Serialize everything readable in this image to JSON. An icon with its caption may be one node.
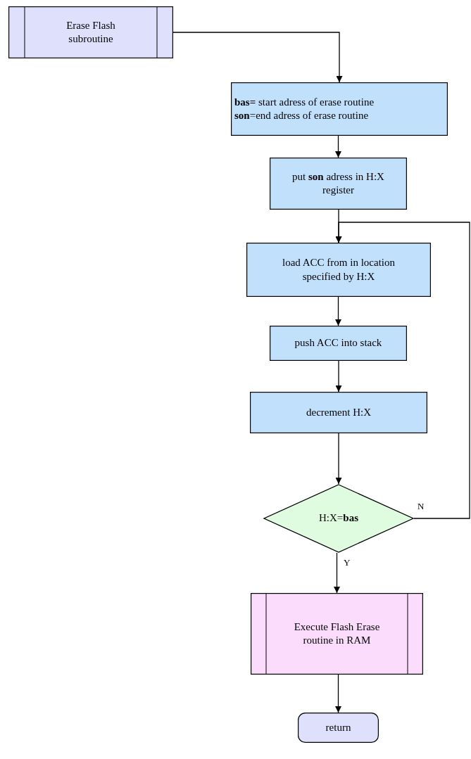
{
  "diagram": {
    "nodes": [
      {
        "text": [
          "Erase Flash subroutine"
        ]
      },
      {
        "text": [
          "**bas=** start adress of erase routine",
          "**son**=end adress of erase routine"
        ]
      },
      {
        "text": [
          "put **son** adress in H:X register"
        ]
      },
      {
        "text": [
          "load ACC from in location specified by H:X"
        ]
      },
      {
        "text": [
          "push ACC into stack"
        ]
      },
      {
        "text": [
          "decrement H:X"
        ]
      },
      {
        "text": [
          "H:X=**bas**"
        ]
      },
      {
        "text": [
          "Execute Flash Erase routine in RAM"
        ]
      },
      {
        "text": [
          "return"
        ]
      }
    ],
    "edges": [
      {
        "from": 0,
        "to": 1,
        "arrow": "to"
      },
      {
        "from": 1,
        "to": 2,
        "arrow": "to"
      },
      {
        "from": 2,
        "to": 3,
        "arrow": "to"
      },
      {
        "from": 3,
        "to": 4,
        "arrow": "to"
      },
      {
        "from": 4,
        "to": 5,
        "arrow": "to"
      },
      {
        "from": 5,
        "to": 6,
        "arrow": "to"
      },
      {
        "from": 6,
        "to": 7,
        "arrow": "to",
        "label": "Y"
      },
      {
        "from": 6,
        "to": 3,
        "arrow": "to",
        "label": "N"
      },
      {
        "from": 7,
        "to": 8,
        "arrow": "to"
      }
    ]
  }
}
